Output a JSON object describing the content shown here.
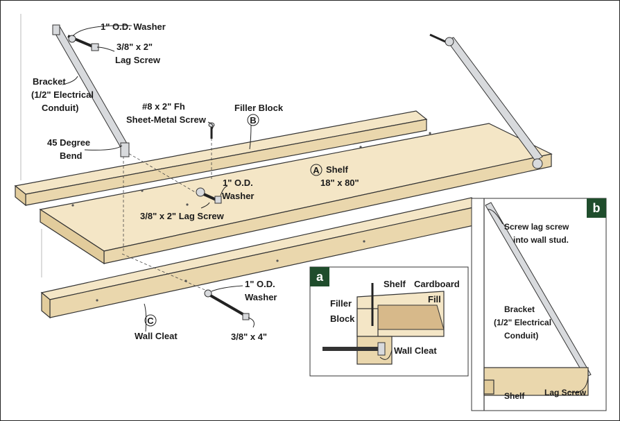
{
  "labels": {
    "washer_top": "1\" O.D. Washer",
    "lag_top_1": "3/8\" x 2\"",
    "lag_top_2": "Lag Screw",
    "bracket_1": "Bracket",
    "bracket_2": "(1/2\" Electrical",
    "bracket_3": "Conduit)",
    "bend_1": "45 Degree",
    "bend_2": "Bend",
    "sheet_1": "#8 x 2\" Fh",
    "sheet_2": "Sheet-Metal Screw",
    "filler_block": "Filler Block",
    "filler_letter": "B",
    "shelf_letter": "A",
    "shelf_1": "Shelf",
    "shelf_2": "18\" x 80\"",
    "washer_mid_1": "1\" O.D.",
    "washer_mid_2": "Washer",
    "lag_mid": "3/8\" x 2\" Lag Screw",
    "washer_low_1": "1\" O.D.",
    "washer_low_2": "Washer",
    "lag_low": "3/8\" x 4\"",
    "cleat_letter": "C",
    "wall_cleat": "Wall Cleat"
  },
  "inset_a": {
    "badge": "a",
    "shelf": "Shelf",
    "cardboard_1": "Cardboard",
    "cardboard_2": "Fill",
    "filler_1": "Filler",
    "filler_2": "Block",
    "wall_cleat": "Wall Cleat"
  },
  "inset_b": {
    "badge": "b",
    "screw_1": "Screw lag screw",
    "screw_2": "into wall stud.",
    "bracket_1": "Bracket",
    "bracket_2": "(1/2\" Electrical",
    "bracket_3": "Conduit)",
    "shelf": "Shelf",
    "lag_screw": "Lag Screw"
  },
  "colors": {
    "wood": "#f4e6c6",
    "badge": "#1f4d2c"
  }
}
